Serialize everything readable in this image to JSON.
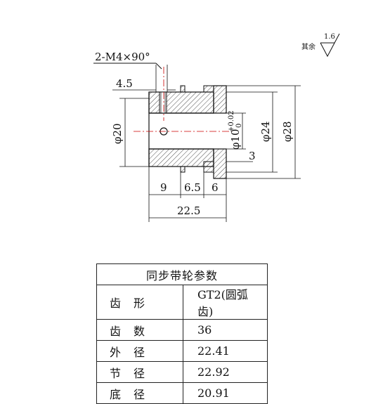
{
  "drawing": {
    "thread_note": "2-M4×90°",
    "roughness": {
      "label": "其余",
      "value": "1.6"
    },
    "dims": {
      "d_4_5": "4.5",
      "d_phi20": "φ20",
      "d_phi10": "φ10",
      "d_phi10_tol_upper": "+0.02",
      "d_phi10_tol_lower": "0",
      "d_phi24": "φ24",
      "d_phi28": "φ28",
      "d_3": "3",
      "d_9": "9",
      "d_6_5": "6.5",
      "d_6": "6",
      "d_22_5": "22.5"
    }
  },
  "table": {
    "title": "同步带轮参数",
    "rows": [
      {
        "key": "齿形",
        "value": "GT2(圆弧齿)"
      },
      {
        "key": "齿数",
        "value": "36"
      },
      {
        "key": "外径",
        "value": "22.41"
      },
      {
        "key": "节径",
        "value": "22.92"
      },
      {
        "key": "底径",
        "value": "20.91"
      }
    ]
  }
}
